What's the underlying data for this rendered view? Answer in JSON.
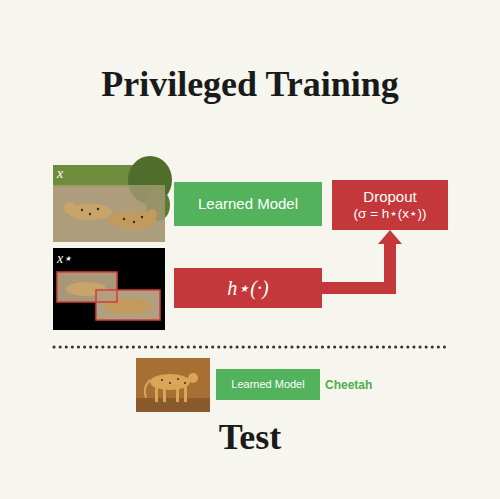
{
  "diagram": {
    "title": "Privileged Training",
    "nodes": [
      {
        "text": [
          "Learned Model"
        ]
      },
      {
        "text": [
          "Dropout",
          "(σ = h⋆(x⋆))"
        ]
      },
      {
        "text": [
          "h⋆(·)"
        ]
      },
      {
        "text": [
          "Learned Model"
        ]
      }
    ],
    "edges": [
      {
        "from": 2,
        "to": 1,
        "arrow": "to"
      }
    ],
    "labels": [
      "x",
      "x⋆",
      "Cheetah",
      "Test"
    ]
  }
}
